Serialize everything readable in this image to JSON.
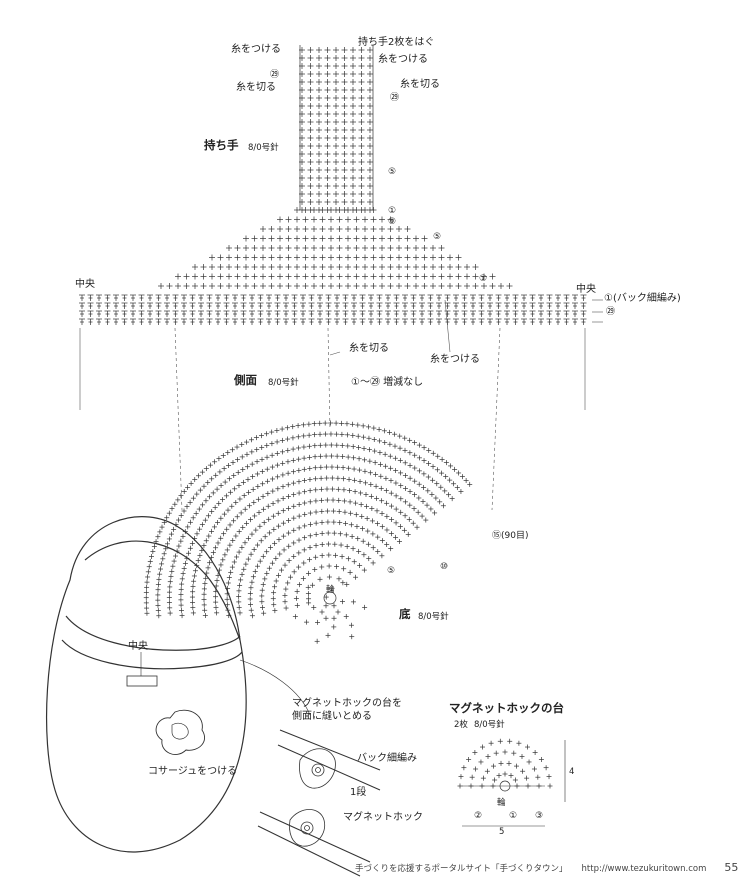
{
  "handle": {
    "title": "持ち手",
    "needle": "8/0号針",
    "join_note": "持ち手2枚をはぐ",
    "attach_left": "糸をつける",
    "attach_right": "糸をつける",
    "cut_left": "糸を切る",
    "cut_right": "糸を切る",
    "row_29_left": "㉙",
    "row_29_right": "㉙",
    "row_5": "⑤",
    "row_1": "①",
    "row_9": "⑨",
    "row_5b": "⑤",
    "row_1b": "①"
  },
  "side": {
    "title": "側面",
    "needle": "8/0号針",
    "center_left": "中央",
    "center_right": "中央",
    "back_sc": "①(バック細編み)",
    "row_29": "㉙",
    "cut": "糸を切る",
    "attach": "糸をつける",
    "no_inc": "①〜㉙ 増減なし"
  },
  "bottom": {
    "title": "底",
    "needle": "8/0号針",
    "ring": "輪",
    "row_15": "⑮(90目)",
    "row_10": "⑩",
    "row_5": "⑤"
  },
  "bag": {
    "center": "中央",
    "corsage": "コサージュをつける",
    "magnet_note_1": "マグネットホックの台を",
    "magnet_note_2": "側面に縫いとめる",
    "back_sc": "バック細編み",
    "row_1": "1段",
    "magnet": "マグネットホック"
  },
  "magnet_base": {
    "title": "マグネットホックの台",
    "count": "2枚",
    "needle": "8/0号針",
    "dim_height": "4",
    "dim_width": "5",
    "ring": "輪",
    "row_2": "②",
    "row_1": "①",
    "row_3": "③"
  },
  "footer": {
    "text": "手づくりを応援するポータルサイト「手づくりタウン」",
    "url": "http://www.tezukuritown.com",
    "page": "55"
  }
}
